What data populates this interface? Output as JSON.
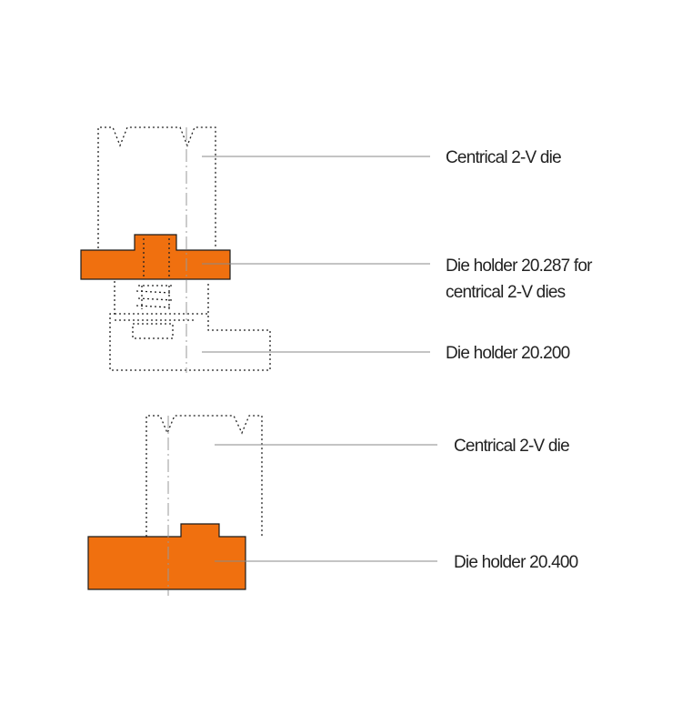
{
  "colors": {
    "holder_fill": "#f0700f",
    "outline": "#1a1a1a",
    "leader_line": "#8a8a8a",
    "centerline": "#999999"
  },
  "top_assembly": {
    "labels": {
      "die": "Centrical 2-V die",
      "holder_287_line1": "Die holder 20.287 for",
      "holder_287_line2": "centrical 2-V dies",
      "holder_200": "Die holder 20.200"
    }
  },
  "bottom_assembly": {
    "labels": {
      "die": "Centrical 2-V die",
      "holder_400": "Die holder 20.400"
    }
  }
}
